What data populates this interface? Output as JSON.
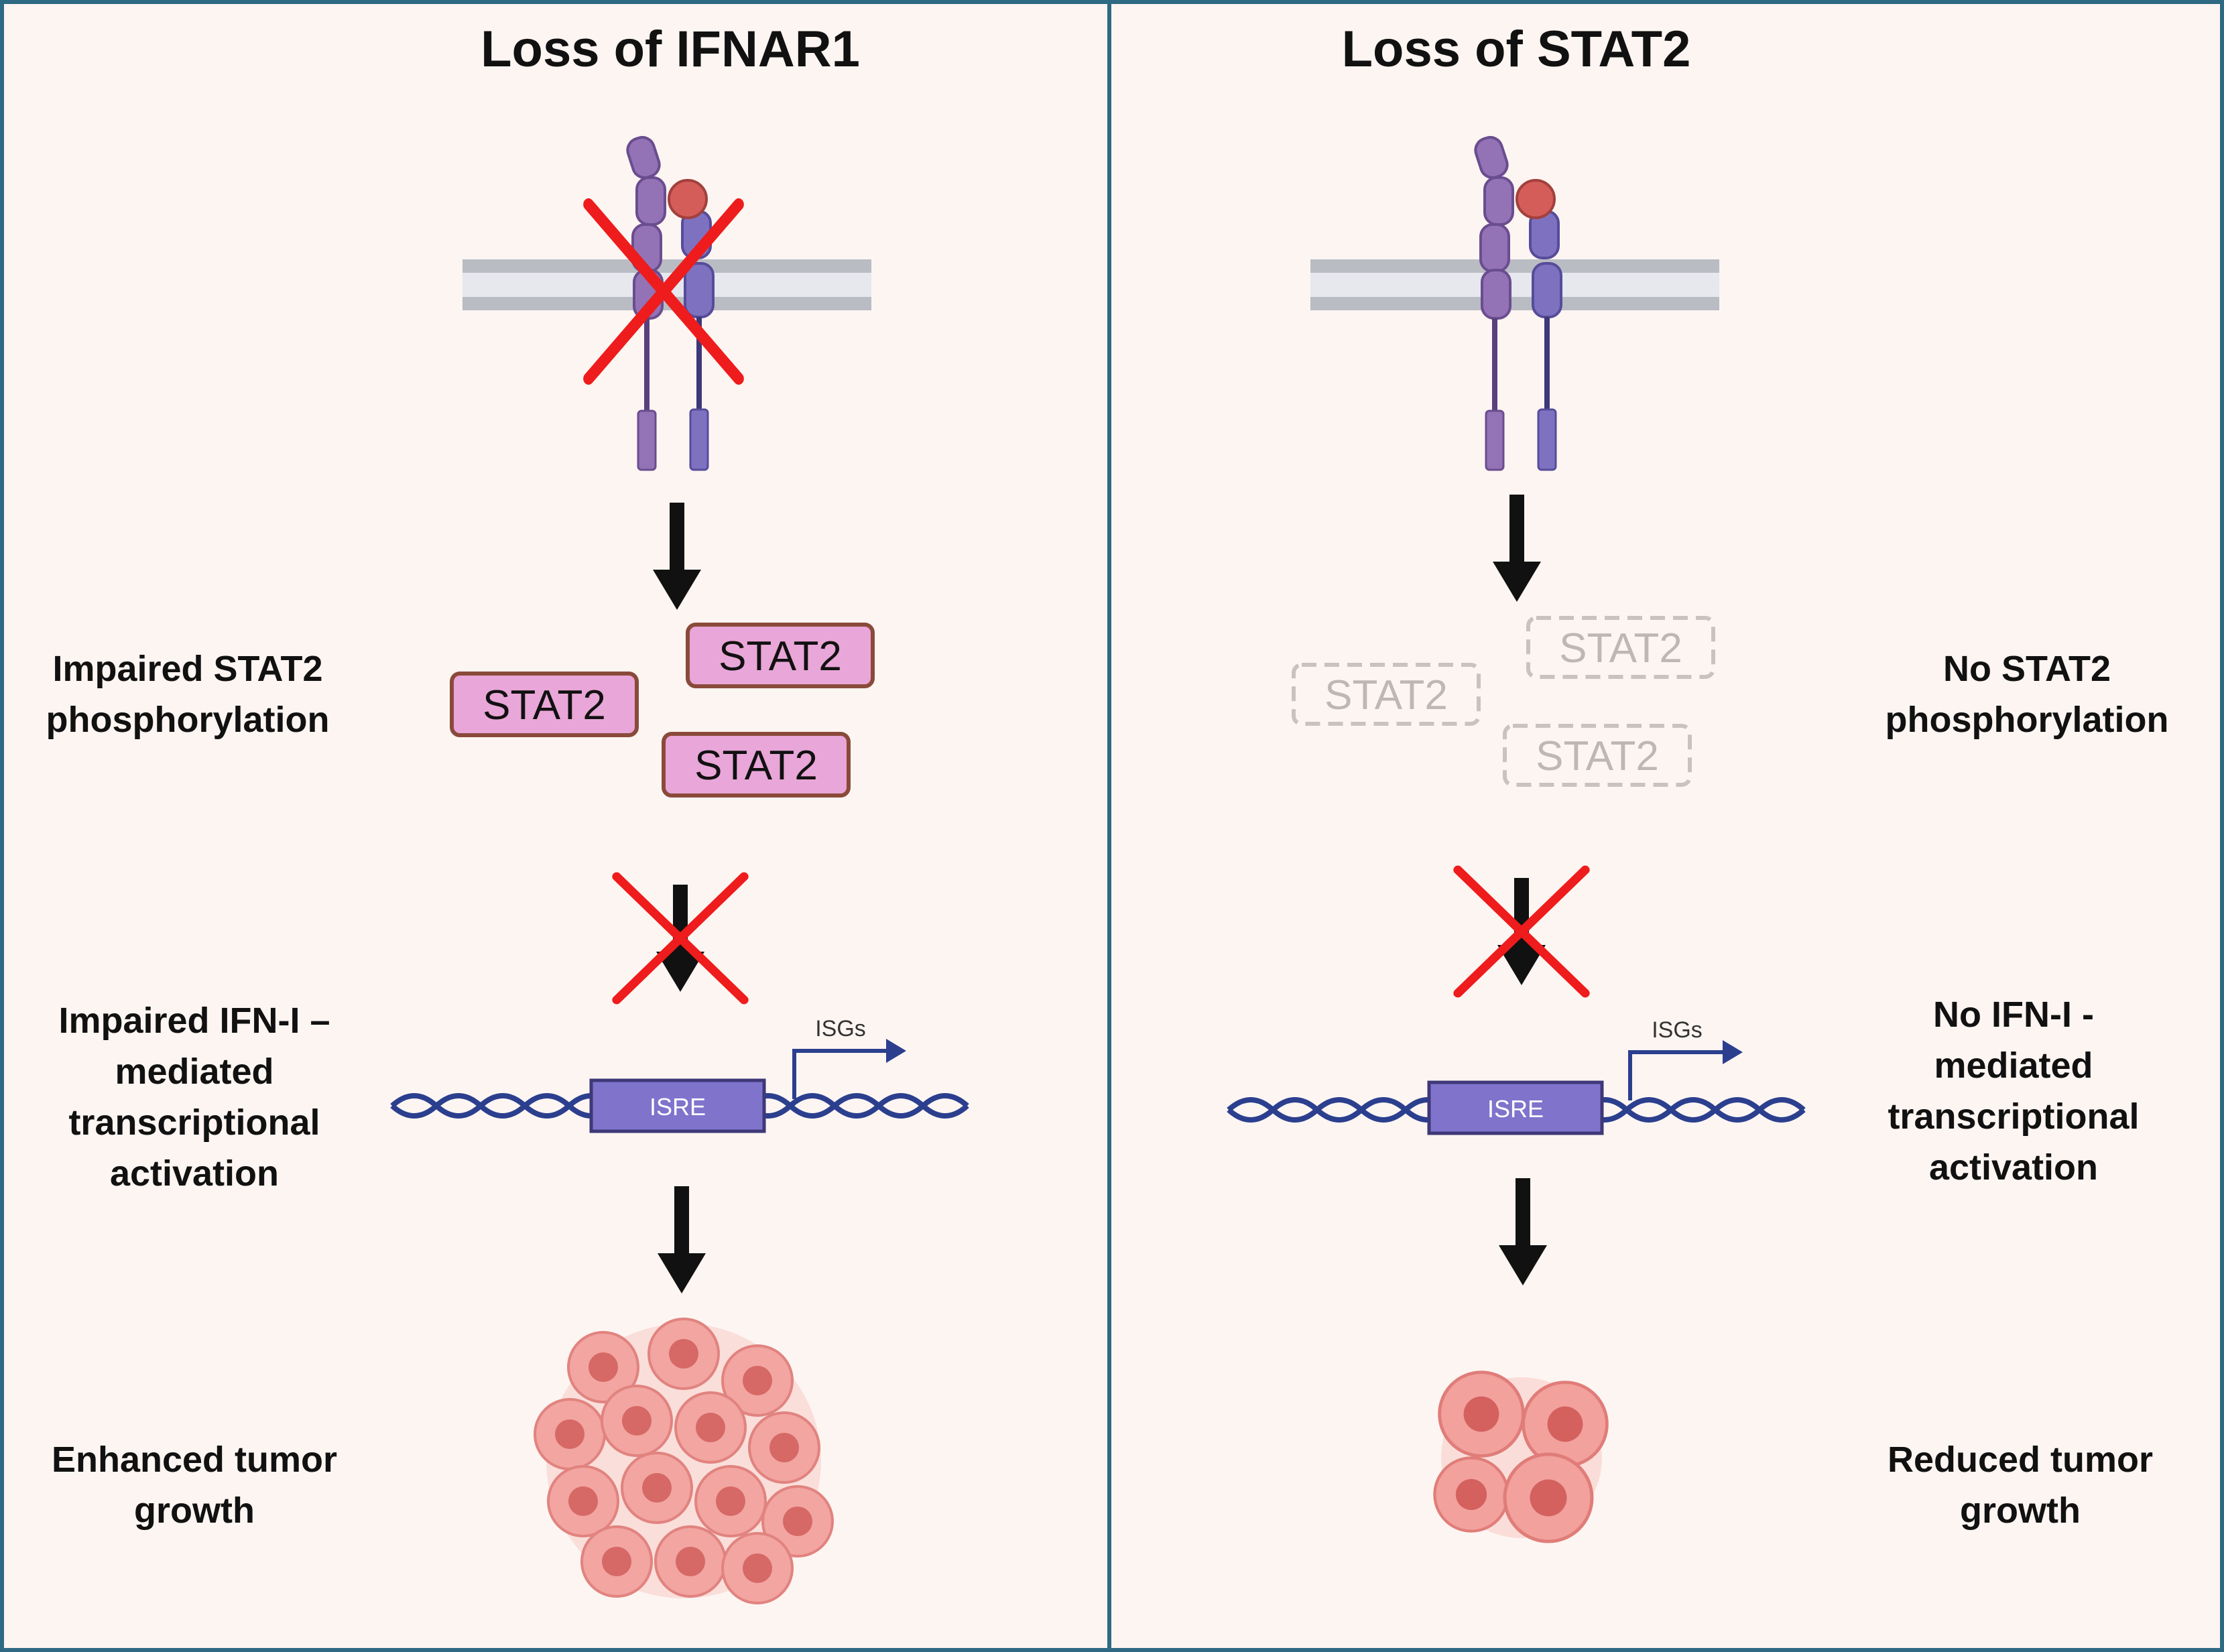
{
  "left": {
    "title": "Loss of IFNAR1",
    "labels": {
      "phosphorylation": [
        "Impaired STAT2",
        "phosphorylation"
      ],
      "transcription": [
        "Impaired IFN-I –",
        "mediated",
        "transcriptional",
        "activation"
      ],
      "tumor": [
        "Enhanced tumor",
        "growth"
      ]
    },
    "stat_boxes": [
      "STAT2",
      "STAT2",
      "STAT2"
    ],
    "isre_label": "ISRE",
    "isgs_label": "ISGs"
  },
  "right": {
    "title": "Loss of STAT2",
    "labels": {
      "phosphorylation": [
        "No STAT2",
        "phosphorylation"
      ],
      "transcription": [
        "No IFN-I -",
        "mediated",
        "transcriptional",
        "activation"
      ],
      "tumor": [
        "Reduced tumor",
        "growth"
      ]
    },
    "stat_boxes": [
      "STAT2",
      "STAT2",
      "STAT2"
    ],
    "isre_label": "ISRE",
    "isgs_label": "ISGs"
  },
  "colors": {
    "border": "#2e6a84",
    "background": "#fdf5f2",
    "stat_fill": "#e9a6d8",
    "stat_stroke": "#8a4a3a",
    "ghost_stroke": "#c8c2c0",
    "ghost_text": "#bdb7b5",
    "cross": "#ee1c1c",
    "arrow": "#111111",
    "isre": "#7f73cc",
    "dna": "#2b3f8e",
    "receptor_a": "#9373b5",
    "receptor_b": "#7e72c0",
    "ligand": "#d45d5a",
    "tumor": "#ee8f8b"
  },
  "icons": [
    "receptor-membrane-icon",
    "cross-icon",
    "down-arrow-icon",
    "dna-icon",
    "tumor-cell-cluster-icon"
  ]
}
